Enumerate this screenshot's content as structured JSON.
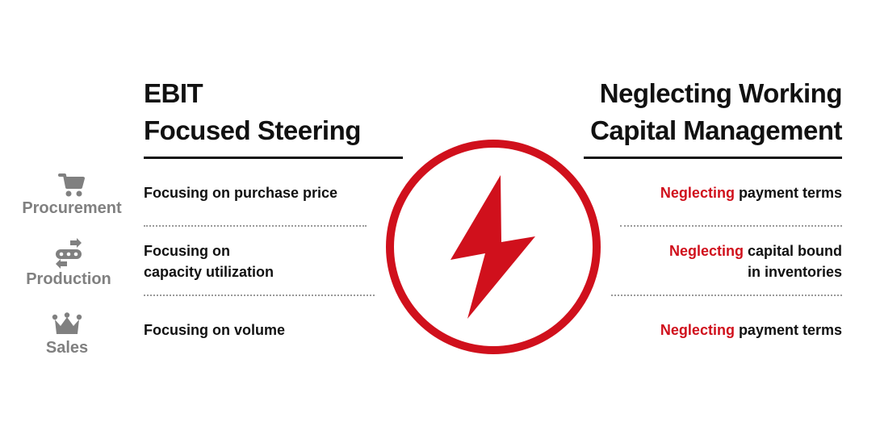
{
  "left_heading": {
    "line1": "EBIT",
    "line2": "Focused Steering"
  },
  "right_heading": {
    "line1": "Neglecting Working",
    "line2": "Capital Management"
  },
  "categories": [
    {
      "label": "Procurement",
      "icon": "shopping-cart-icon"
    },
    {
      "label": "Production",
      "icon": "conveyor-belt-icon"
    },
    {
      "label": "Sales",
      "icon": "crown-icon"
    }
  ],
  "rows": [
    {
      "left": "Focusing on purchase price",
      "right_accent": "Neglecting",
      "right_rest": " payment terms"
    },
    {
      "left_line1": "Focusing on",
      "left_line2": "capacity utilization",
      "right_accent": "Neglecting",
      "right_rest": " capital bound",
      "right_line2": "in inventories"
    },
    {
      "left": "Focusing on volume",
      "right_accent": "Neglecting",
      "right_rest": " payment terms"
    }
  ],
  "emblem": {
    "icon": "lightning-bolt-icon",
    "color": "#d0101c"
  },
  "colors": {
    "accent": "#d0101c",
    "text": "#111111",
    "muted": "#808080"
  }
}
